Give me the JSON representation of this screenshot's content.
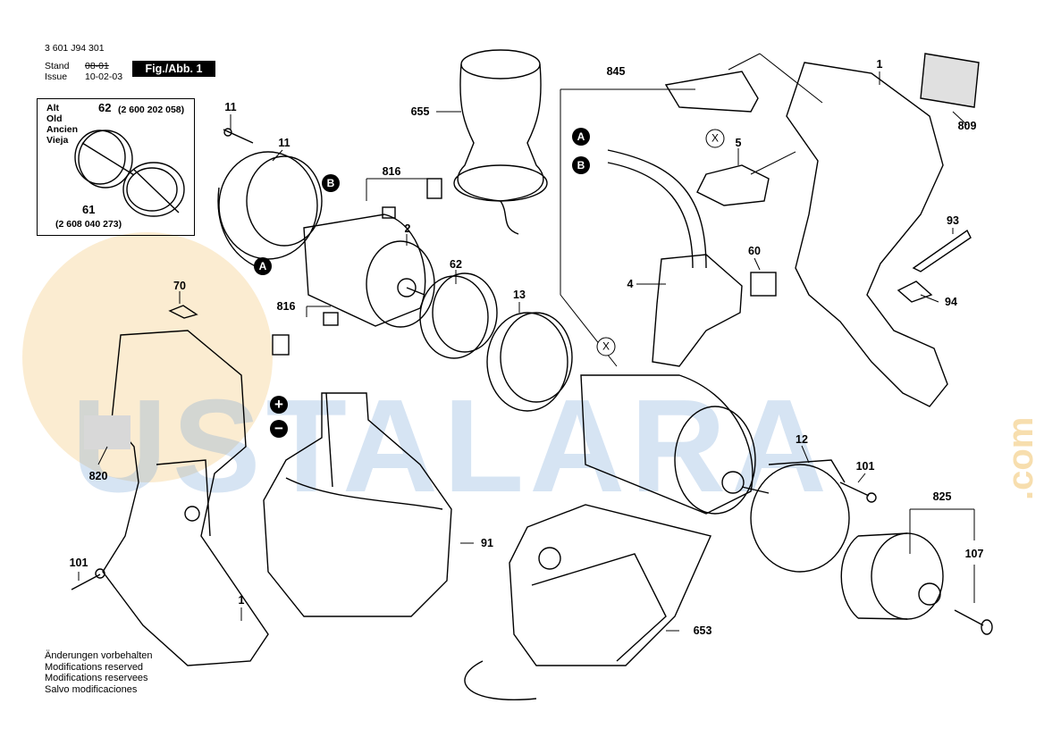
{
  "header": {
    "drawing_number": "3 601 J94 301",
    "stand_label": "Stand",
    "issue_label": "Issue",
    "stand_date": "08-01",
    "issue_date": "10-02-03",
    "figure_label": "Fig./Abb. 1"
  },
  "old_parts_box": {
    "lines": [
      "Alt",
      "Old",
      "Ancien",
      "Vieja"
    ],
    "part_62": "62",
    "part_62_number": "(2 600 202 058)",
    "part_61": "61",
    "part_61_number": "(2 608 040 273)"
  },
  "watermark": {
    "text": "USTALARA",
    "suffix": ".com",
    "color": "#6f9fd6",
    "circle_color": "#f3c97a"
  },
  "part_labels": {
    "p11a": "11",
    "p11b": "11",
    "p655": "655",
    "p845": "845",
    "p1_top": "1",
    "p809": "809",
    "p5": "5",
    "p816_top": "816",
    "p2": "2",
    "p62": "62",
    "p13": "13",
    "p93": "93",
    "p60": "60",
    "p4": "4",
    "p94": "94",
    "p70": "70",
    "p816_mid": "816",
    "p820": "820",
    "p12": "12",
    "p101_right": "101",
    "p825": "825",
    "p107": "107",
    "p91": "91",
    "p101_left": "101",
    "p1_bottom": "1",
    "p653": "653"
  },
  "markers": {
    "a": "A",
    "b": "B",
    "x": "X",
    "plus": "+",
    "minus": "−"
  },
  "footer": {
    "lines": [
      "Änderungen vorbehalten",
      "Modifications reserved",
      "Modifications reservees",
      "Salvo modificaciones"
    ]
  }
}
